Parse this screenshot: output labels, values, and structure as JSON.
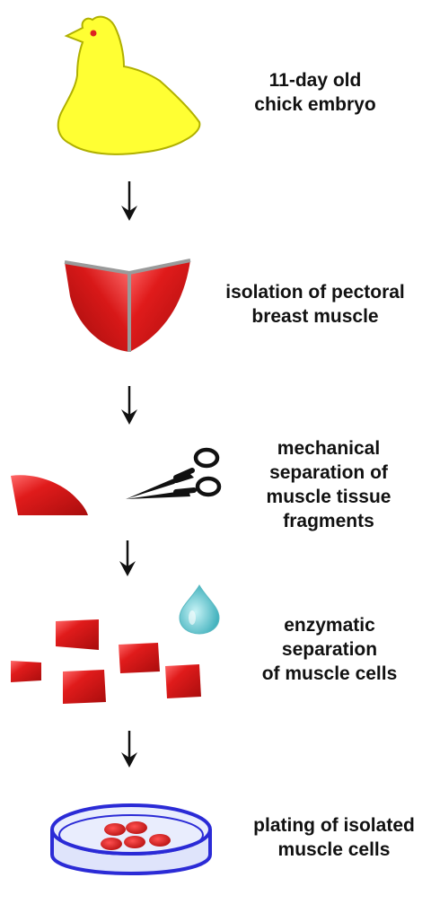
{
  "steps": [
    {
      "label": "11-day old\nchick embryo"
    },
    {
      "label": "isolation of pectoral\nbreast muscle"
    },
    {
      "label": "mechanical\nseparation of\nmuscle tissue\nfragments"
    },
    {
      "label": "enzymatic\nseparation\nof muscle cells"
    },
    {
      "label": "plating of isolated\nmuscle cells"
    }
  ],
  "colors": {
    "chick_body": "#ffff33",
    "chick_outline": "#b0b000",
    "chick_eye": "#dd2222",
    "muscle_red": "#cc1111",
    "muscle_dark": "#991010",
    "muscle_edge": "#9a9a9a",
    "drop": "#69c9d0",
    "dish_outline": "#2b2bd6",
    "dish_fill": "#dfe4fb",
    "arrow": "#111111",
    "scissors": "#111111"
  },
  "icons": [
    "chick-icon",
    "muscle-icon",
    "tissue-fragment-icon",
    "scissors-icon",
    "enzyme-drop-icon",
    "muscle-pieces-icon",
    "petri-dish-icon",
    "arrow-down-icon"
  ]
}
